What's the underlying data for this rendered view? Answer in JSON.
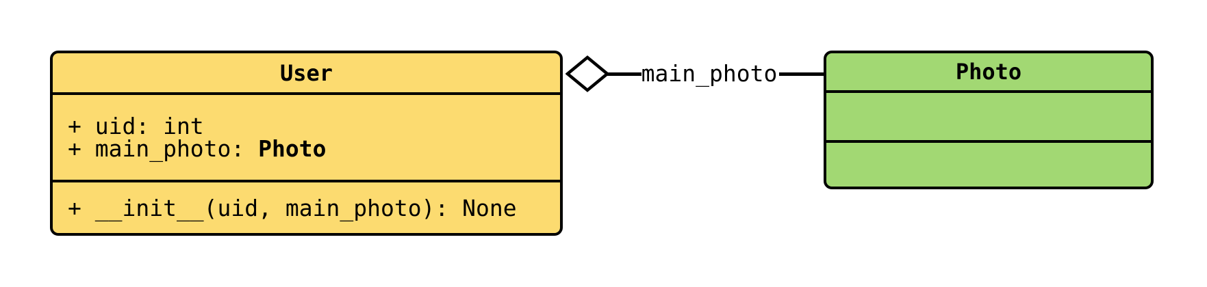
{
  "diagram": {
    "type": "uml-class-diagram",
    "user_class": {
      "title": "User",
      "attribute_1": "+ uid: int",
      "attribute_2_prefix": "+ main_photo: ",
      "attribute_2_type": "Photo",
      "method_1": "+ __init__(uid, main_photo): None",
      "fill_color": "#FCDB70"
    },
    "photo_class": {
      "title": "Photo",
      "fill_color": "#A2D873"
    },
    "relationship": {
      "label": "main_photo",
      "type": "aggregation",
      "diamond_end": "User"
    },
    "stroke_color": "#000000"
  }
}
